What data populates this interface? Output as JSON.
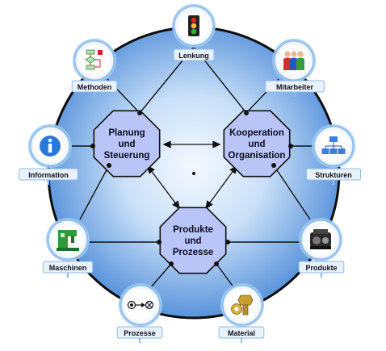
{
  "colors": {
    "circle_outer": "#0d0d0d",
    "circle_fill_center": "#f2f8ff",
    "circle_fill_edge": "#4f8fda",
    "octagon_fill": "#b9c5f6",
    "octagon_stroke": "#101010",
    "satellite_ring": "#9cc8f0",
    "label_box": "#e9f1fb"
  },
  "center_nodes": [
    {
      "id": "planung",
      "lines": [
        "Planung",
        "und",
        "Steuerung"
      ]
    },
    {
      "id": "kooperation",
      "lines": [
        "Kooperation",
        "und",
        "Organisation"
      ]
    },
    {
      "id": "produkte",
      "lines": [
        "Produkte",
        "und",
        "Prozesse"
      ]
    }
  ],
  "satellites": [
    {
      "id": "lenkung",
      "label": "Lenkung",
      "icon": "traffic-light-icon"
    },
    {
      "id": "mitarbeiter",
      "label": "Mitarbeiter",
      "icon": "people-icon"
    },
    {
      "id": "strukturen",
      "label": "Strukturen",
      "icon": "org-chart-icon"
    },
    {
      "id": "produkte",
      "label": "Produkte",
      "icon": "engine-icon"
    },
    {
      "id": "material",
      "label": "Material",
      "icon": "nut-bolt-icon"
    },
    {
      "id": "prozesse",
      "label": "Prozesse",
      "icon": "process-arrow-icon"
    },
    {
      "id": "maschinen",
      "label": "Maschinen",
      "icon": "machine-icon"
    },
    {
      "id": "information",
      "label": "Information",
      "icon": "info-icon"
    },
    {
      "id": "methoden",
      "label": "Methoden",
      "icon": "flowchart-icon"
    }
  ]
}
